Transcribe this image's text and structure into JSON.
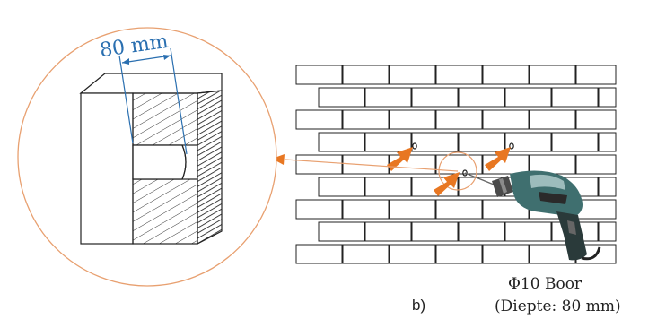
{
  "figure": {
    "step_label": "b)",
    "dimension_label": "80 mm",
    "drill_label_line1": "Φ10 Boor",
    "drill_label_line2": "(Diepte: 80 mm)"
  },
  "colors": {
    "accent_orange": "#e87722",
    "circle_orange": "#e8a070",
    "dimension_blue": "#2a6fb0",
    "line": "#222222"
  },
  "icons": {
    "arrows": "orange-block-arrow",
    "drill": "power-drill-icon"
  }
}
